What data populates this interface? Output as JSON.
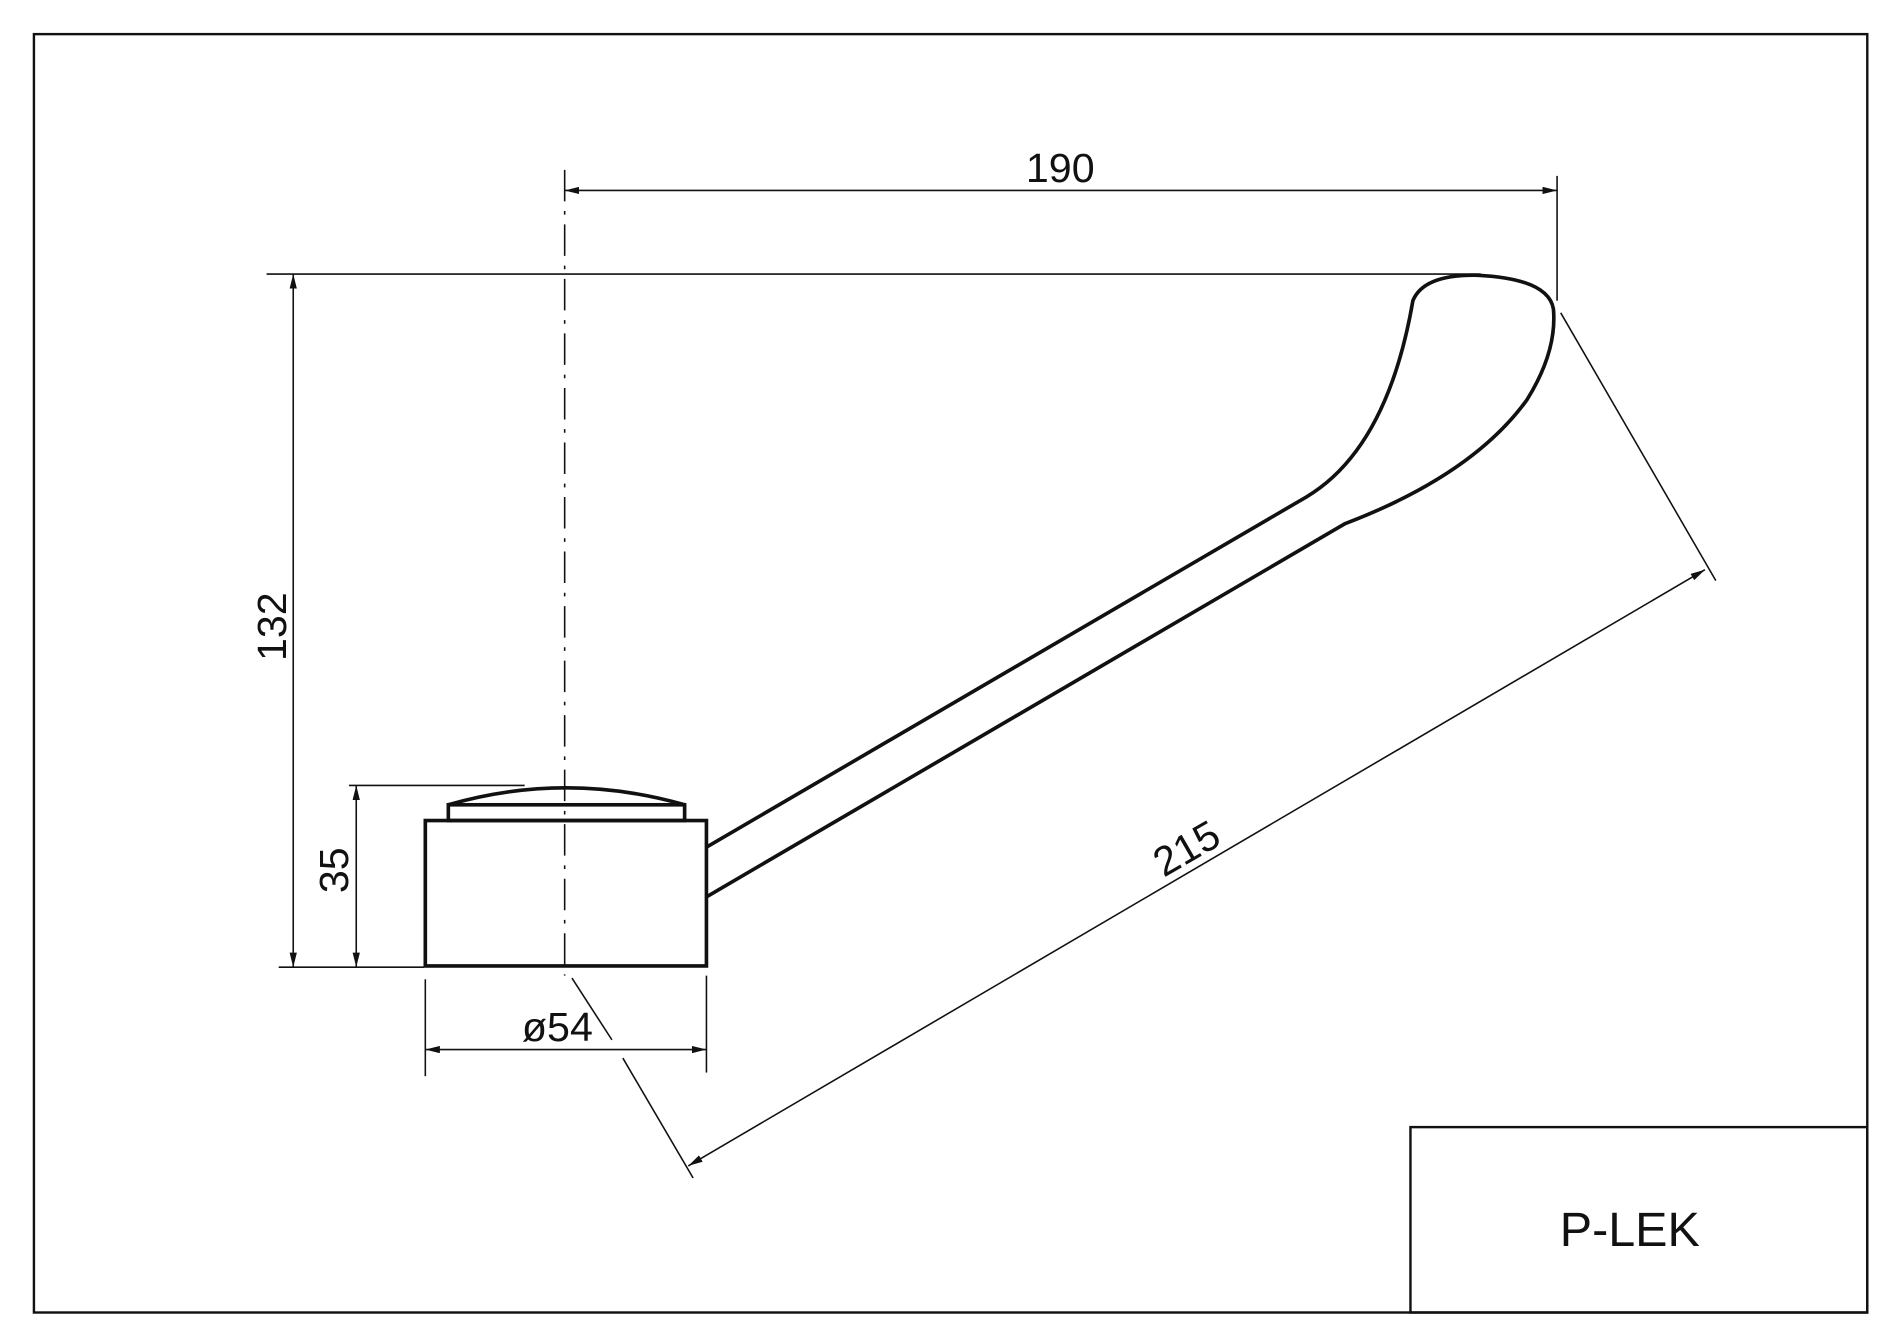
{
  "drawing": {
    "part_code": "P-LEK",
    "dimensions": {
      "spout_reach": "190",
      "total_height": "132",
      "base_height": "35",
      "base_diameter": "ø54",
      "spout_length": "215"
    }
  },
  "colors": {
    "line": "#111111",
    "background": "#ffffff"
  }
}
